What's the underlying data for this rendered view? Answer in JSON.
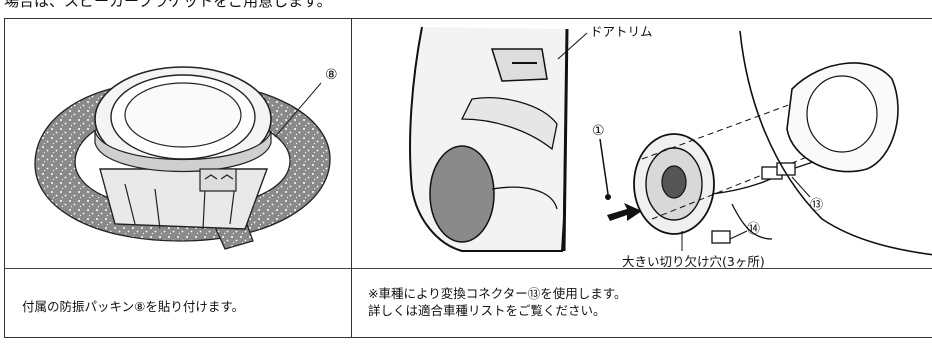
{
  "top_caption": "場合は、スピーカーブラケットをご用意します。",
  "left_panel": {
    "callout_number": "⑧",
    "caption": "付属の防振パッキン⑧を貼り付けます。"
  },
  "right_panel": {
    "door_trim_label": "ドアトリム",
    "callout_1": "①",
    "callout_13": "⑬",
    "callout_14": "⑭",
    "cutout_label": "大きい切り欠け穴(3ヶ所)",
    "caption_lines": [
      "※車種により変換コネクター⑬を使用します。",
      "詳しくは適合車種リストをご覧ください。"
    ]
  },
  "colors": {
    "border": "#333333",
    "packing": "#8a8a8a",
    "text": "#111111"
  }
}
